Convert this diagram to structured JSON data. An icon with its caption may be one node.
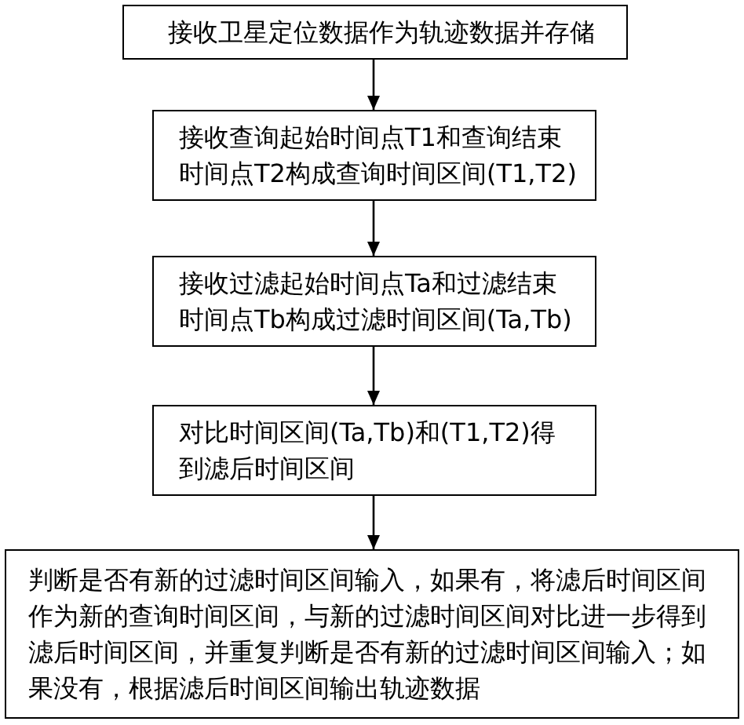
{
  "diagram": {
    "nodes": [
      {
        "text": [
          "接收卫星定位数据作为轨迹数据并存储"
        ]
      },
      {
        "text": [
          "接收查询起始时间点T1和查询结束时间点T2构成查询时间区间(T1,T2)"
        ]
      },
      {
        "text": [
          "接收过滤起始时间点Ta和过滤结束时间点Tb构成过滤时间区间(Ta,Tb)"
        ]
      },
      {
        "text": [
          "对比时间区间(Ta,Tb)和(T1,T2)得到滤后时间区间"
        ]
      },
      {
        "text": [
          "判断是否有新的过滤时间区间输入，如果有，将滤后时间区间作为新的查询时间区间，与新的过滤时间区间对比进一步得到滤后时间区间，并重复判断是否有新的过滤时间区间输入；如果没有，根据滤后时间区间输出轨迹数据"
        ]
      }
    ],
    "edges": [
      {
        "from": 0,
        "to": 1,
        "arrow": "to"
      },
      {
        "from": 1,
        "to": 2,
        "arrow": "to"
      },
      {
        "from": 2,
        "to": 3,
        "arrow": "to"
      },
      {
        "from": 3,
        "to": 4,
        "arrow": "to"
      }
    ]
  }
}
